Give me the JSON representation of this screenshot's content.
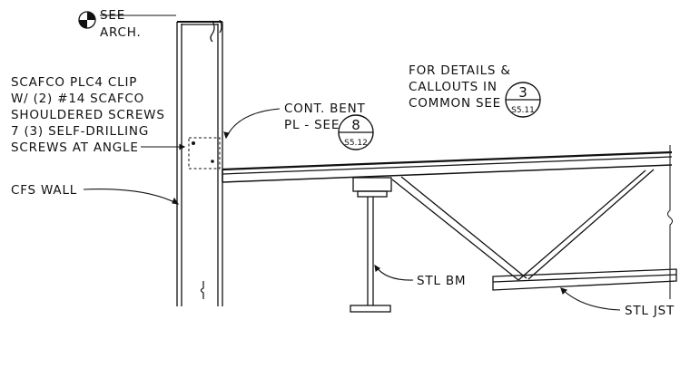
{
  "see_arch": {
    "line1": "SEE",
    "line2": "ARCH."
  },
  "clip_note": {
    "lines": [
      "SCAFCO PLC4 CLIP",
      "W/ (2) #14 SCAFCO",
      "SHOULDERED SCREWS",
      "7 (3) SELF-DRILLING",
      "SCREWS AT ANGLE"
    ]
  },
  "cfs_wall": "CFS WALL",
  "bent_plate": {
    "line1": "CONT. BENT",
    "line2": "PL - SEE"
  },
  "details_note": {
    "lines": [
      "FOR DETAILS &",
      "CALLOUTS IN",
      "COMMON SEE"
    ]
  },
  "callout_plate": {
    "detail": "8",
    "sheet": "S5.12"
  },
  "callout_common": {
    "detail": "3",
    "sheet": "S5.11"
  },
  "steel_beam": "STL BM",
  "steel_joist": "STL JST",
  "colors": {
    "line": "#111111",
    "background": "#ffffff"
  }
}
